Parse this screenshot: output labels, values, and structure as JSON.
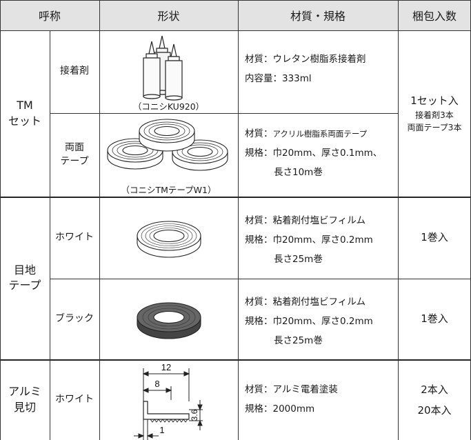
{
  "header": {
    "name": "呼称",
    "shape": "形状",
    "material": "材質・規格",
    "pack": "梱包入数"
  },
  "groups": {
    "tm": {
      "label_line1": "TM",
      "label_line2": "セット"
    },
    "joint": {
      "label_line1": "目地",
      "label_line2": "テープ"
    },
    "alumi": {
      "label_line1": "アルミ",
      "label_line2": "見切"
    }
  },
  "rows": {
    "adhesive": {
      "name": "接着剤",
      "caption": "（コニシKU920）",
      "spec1": "材質：ウレタン樹脂系接着剤",
      "spec2": "内容量：333ml"
    },
    "tape": {
      "name_line1": "両面",
      "name_line2": "テープ",
      "caption": "（コニシTMテープW1）",
      "spec1_label": "材質：",
      "spec1_value": "アクリル樹脂系両面テープ",
      "spec2": "規格：巾20mm、厚さ0.1mm、",
      "spec3": "長さ10m巻"
    },
    "white": {
      "name": "ホワイト",
      "spec1": "材質：粘着剤付塩ビフィルム",
      "spec2": "規格：巾20mm、厚さ0.2mm",
      "spec3": "長さ25m巻",
      "pack": "1巻入"
    },
    "black": {
      "name": "ブラック",
      "spec1": "材質：粘着剤付塩ビフィルム",
      "spec2": "規格：巾20mm、厚さ0.2mm",
      "spec3": "長さ25m巻",
      "pack": "1巻入"
    },
    "alumi": {
      "name": "ホワイト",
      "spec1": "材質：アルミ電着塗装",
      "spec2": "規格：2000mm",
      "pack1": "2本入",
      "pack2": "20本入",
      "dim_total": "12",
      "dim_inner": "8",
      "dim_height": "3.6",
      "dim_thickness": "1"
    }
  },
  "tm_pack": {
    "line1": "1セット入",
    "line2": "接着剤3本",
    "line3": "両面テープ3本"
  },
  "colors": {
    "header_bg": "#e3e3e3",
    "black_tape": "#555555"
  }
}
